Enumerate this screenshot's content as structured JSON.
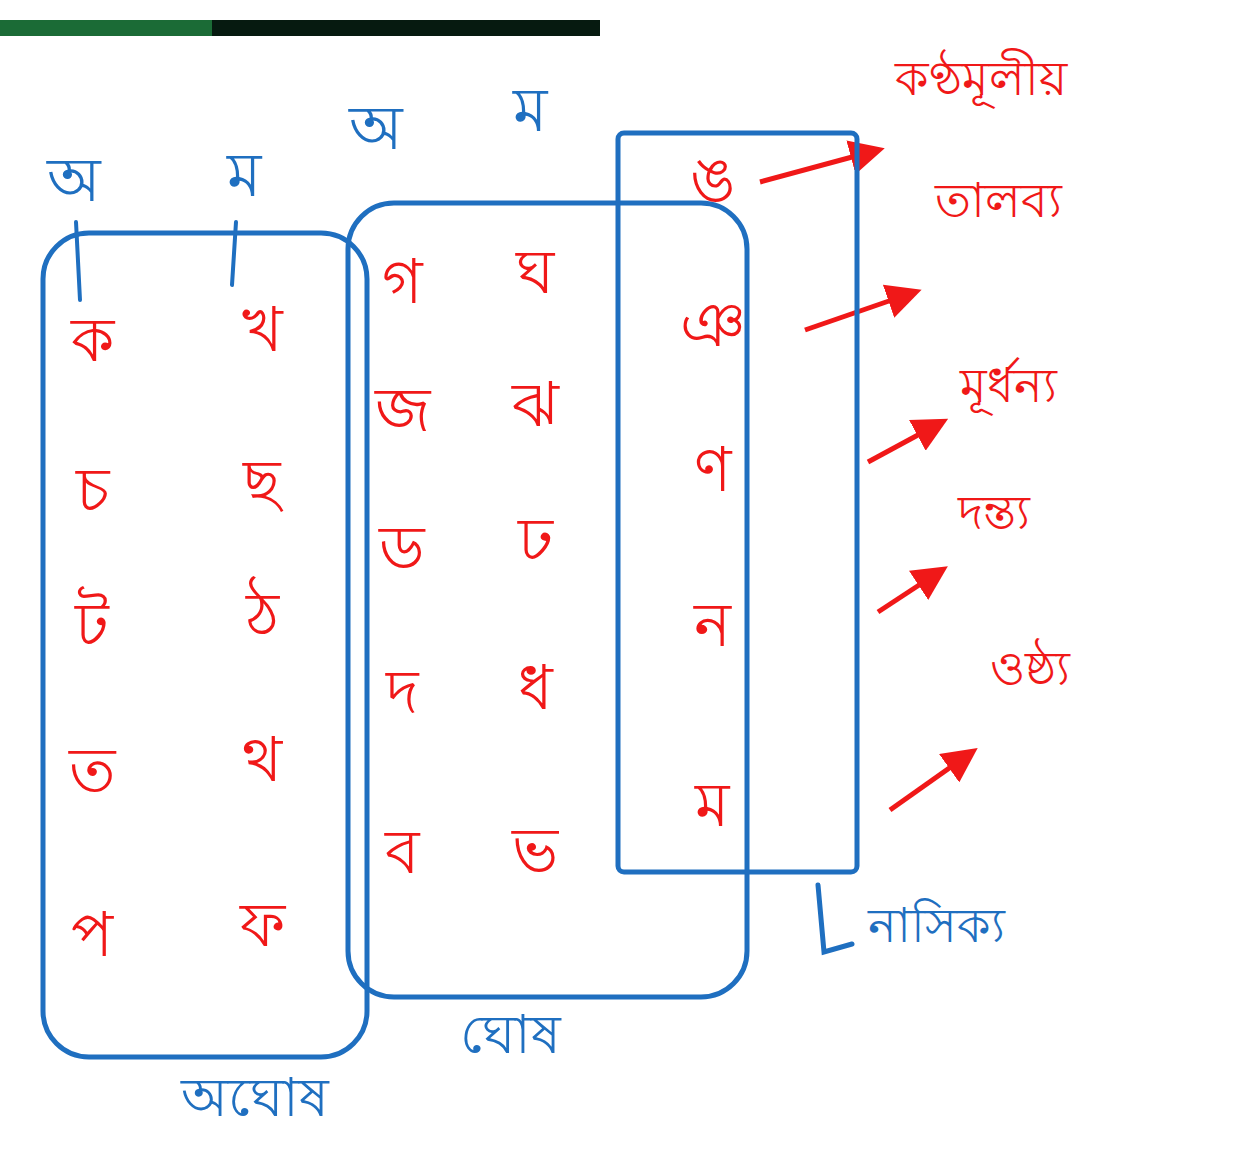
{
  "diagram": {
    "nodes": [
      {
        "text": [
          "অঘোষ",
          "ক",
          "খ",
          "চ",
          "ছ",
          "ট",
          "ঠ",
          "ত",
          "থ",
          "প",
          "ফ"
        ]
      },
      {
        "text": [
          "ঘোষ",
          "গ",
          "ঘ",
          "জ",
          "ঝ",
          "ড",
          "ঢ",
          "দ",
          "ধ",
          "ব",
          "ভ"
        ]
      },
      {
        "text": [
          "ঙ",
          "ঞ",
          "ণ",
          "ন",
          "ম"
        ]
      }
    ],
    "labels": [
      "অ",
      "ম",
      "অ",
      "ম",
      "কণ্ঠমূলীয়",
      "তালব্য",
      "মূর্ধন্য",
      "দন্ত্য",
      "ওষ্ঠ্য",
      "নাসিক্য"
    ]
  }
}
